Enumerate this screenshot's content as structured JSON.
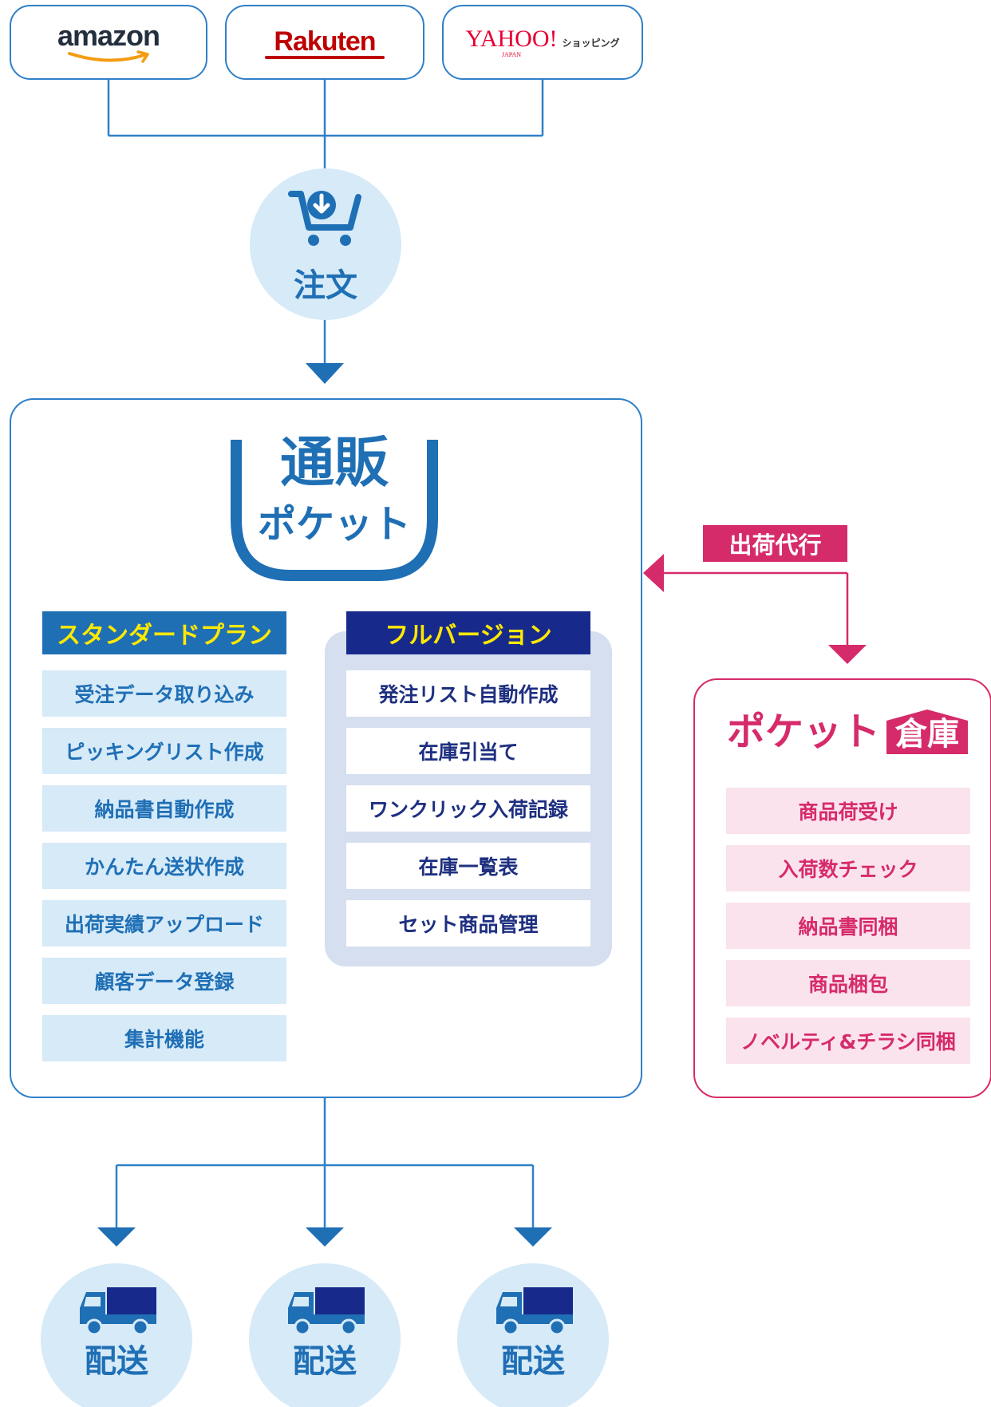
{
  "marketplaces": {
    "amazon": "amazon",
    "rakuten": "Rakuten",
    "yahoo_main": "YAHOO!",
    "yahoo_sub": "JAPAN",
    "yahoo_shopping": "ショッピング"
  },
  "order": {
    "label": "注文"
  },
  "main": {
    "logo_top": "通販",
    "logo_bottom": "ポケット",
    "standard_plan": {
      "title": "スタンダードプラン",
      "items": [
        "受注データ取り込み",
        "ピッキングリスト作成",
        "納品書自動作成",
        "かんたん送状作成",
        "出荷実績アップロード",
        "顧客データ登録",
        "集計機能"
      ]
    },
    "full_version": {
      "title": "フルバージョン",
      "items": [
        "発注リスト自動作成",
        "在庫引当て",
        "ワンクリック入荷記録",
        "在庫一覧表",
        "セット商品管理"
      ]
    }
  },
  "agency": {
    "label": "出荷代行"
  },
  "warehouse": {
    "logo_text": "ポケット",
    "logo_tag": "倉庫",
    "items": [
      "商品荷受け",
      "入荷数チェック",
      "納品書同梱",
      "商品梱包",
      "ノベルティ&チラシ同梱"
    ]
  },
  "delivery": {
    "labels": [
      "配送",
      "配送",
      "配送"
    ]
  },
  "colors": {
    "blue": "#1f6fb5",
    "line_blue": "#2f80c8",
    "light_blue": "#d6eaf8",
    "navy": "#172a8c",
    "pink": "#d62b6b",
    "light_pink": "#fbe3ee",
    "yellow": "#ffe900"
  }
}
